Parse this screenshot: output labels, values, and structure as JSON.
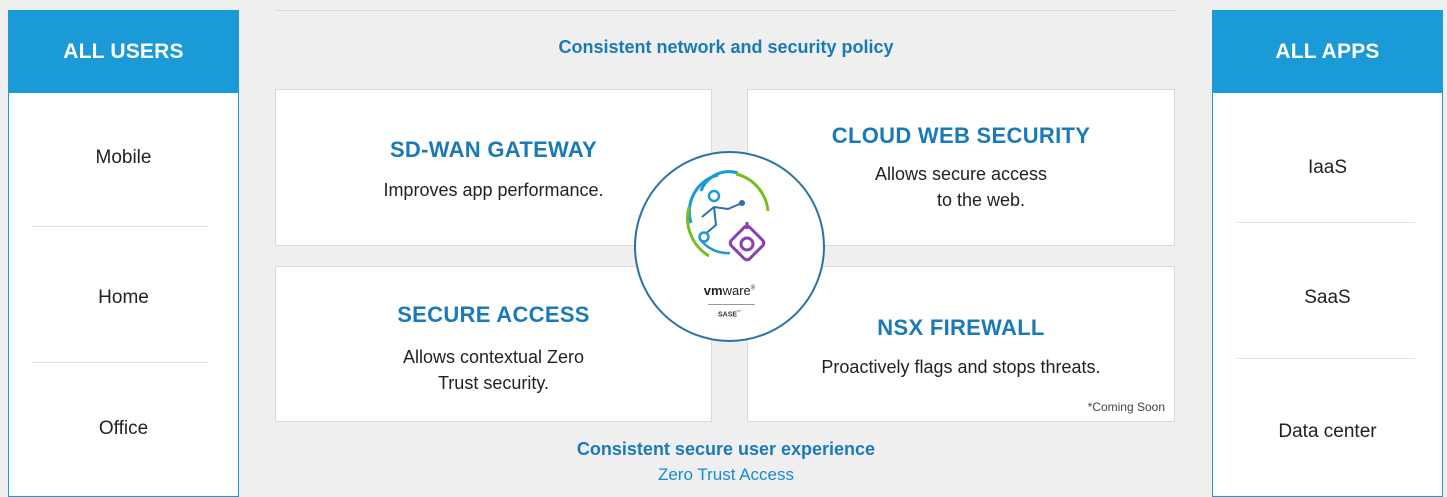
{
  "left_panel": {
    "title": "ALL USERS",
    "items": [
      "Mobile",
      "Home",
      "Office"
    ]
  },
  "right_panel": {
    "title": "ALL APPS",
    "items": [
      "IaaS",
      "SaaS",
      "Data center"
    ]
  },
  "center": {
    "top_heading": "Consistent network and security policy",
    "bottom_heading": "Consistent secure user experience",
    "bottom_subheading": "Zero Trust Access",
    "boxes": {
      "sdwan": {
        "title": "SD-WAN GATEWAY",
        "desc": "Improves app performance."
      },
      "cws": {
        "title": "CLOUD WEB SECURITY",
        "desc_line1": "Allows secure access",
        "desc_line2": "to the web."
      },
      "secure_access": {
        "title": "SECURE ACCESS",
        "desc_line1": "Allows contextual Zero",
        "desc_line2": "Trust security."
      },
      "nsx": {
        "title": "NSX FIREWALL",
        "desc": "Proactively flags and stops threats.",
        "note": "*Coming Soon"
      }
    },
    "logo": {
      "brand_vm": "vm",
      "brand_ware": "ware",
      "brand_mark": "®",
      "product": "SASE",
      "product_mark": "™"
    }
  },
  "colors": {
    "accent": "#1a9ad6",
    "heading_blue": "#1a7ab8",
    "logo_green": "#78be20",
    "logo_purple": "#8b3fb5",
    "logo_blue": "#1a9ad6"
  },
  "icons": [
    "globe-network-icon",
    "shield-diamond-icon"
  ]
}
